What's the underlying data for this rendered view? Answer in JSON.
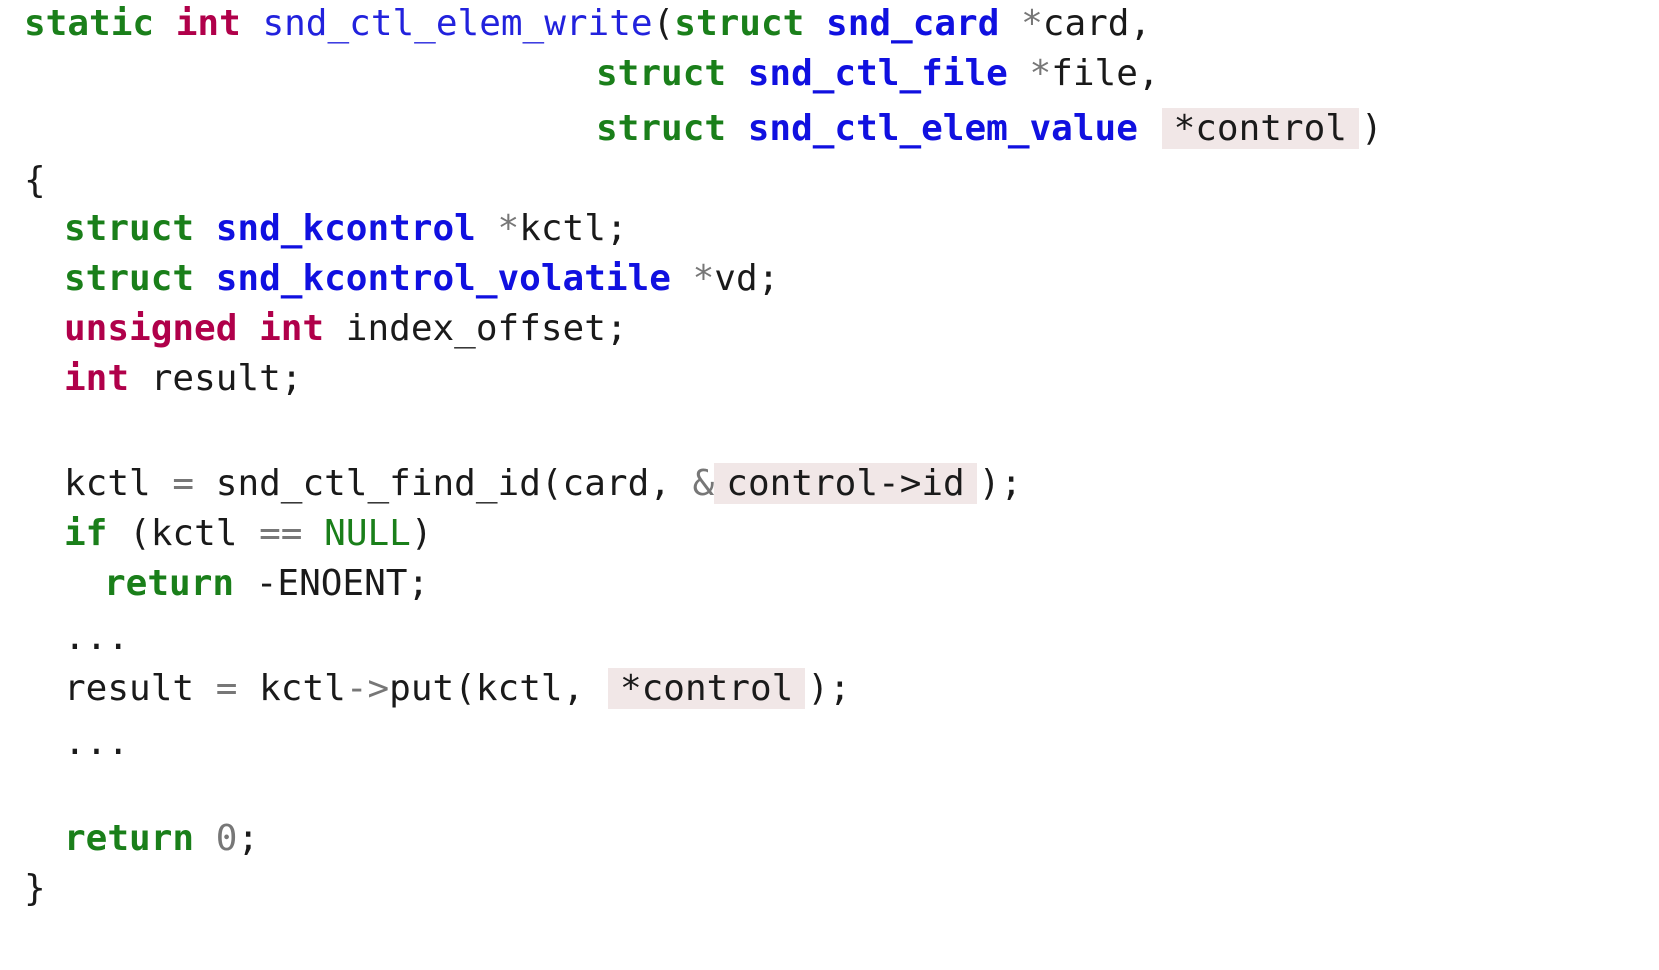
{
  "code": {
    "l1": {
      "static": "static",
      "int": "int",
      "fname": "snd_ctl_elem_write",
      "paren": "(",
      "struct": "struct",
      "type": "snd_card",
      "star": "*",
      "arg": "card,"
    },
    "l2": {
      "struct": "struct",
      "type": "snd_ctl_file",
      "star": "*",
      "arg": "file,"
    },
    "l3": {
      "struct": "struct",
      "type": "snd_ctl_elem_value",
      "arg": "*control",
      "close": ")"
    },
    "l4": {
      "brace": "{"
    },
    "l5": {
      "struct": "struct",
      "type": "snd_kcontrol",
      "star": "*",
      "arg": "kctl;"
    },
    "l6": {
      "struct": "struct",
      "type": "snd_kcontrol_volatile",
      "star": "*",
      "arg": "vd;"
    },
    "l7": {
      "unsigned": "unsigned",
      "int": "int",
      "arg": "index_offset;"
    },
    "l8": {
      "int": "int",
      "arg": "result;"
    },
    "l9": {
      "lhs": "kctl",
      "eq": "=",
      "call": "snd_ctl_find_id(card,",
      "amp": "&",
      "hl": "control->id",
      "end": ");"
    },
    "l10": {
      "if": "if",
      "open": "(kctl",
      "eqeq": "==",
      "null": "NULL",
      "close": ")"
    },
    "l11": {
      "return": "return",
      "val": "-ENOENT;"
    },
    "l12": {
      "dots": "..."
    },
    "l13": {
      "lhs": "result",
      "eq": "=",
      "kctl": "kctl",
      "arrow": "->",
      "call": "put(kctl,",
      "hl": "*control",
      "end": ");"
    },
    "l14": {
      "dots": "..."
    },
    "l15": {
      "return": "return",
      "zero": "0",
      "semi": ";"
    },
    "l16": {
      "brace": "}"
    }
  },
  "colors": {
    "keyword": "#1a7f1a",
    "type_keyword": "#b0004a",
    "struct_name": "#1010e0",
    "function_name": "#2222dd",
    "highlight_background": "#f1e7e7"
  }
}
